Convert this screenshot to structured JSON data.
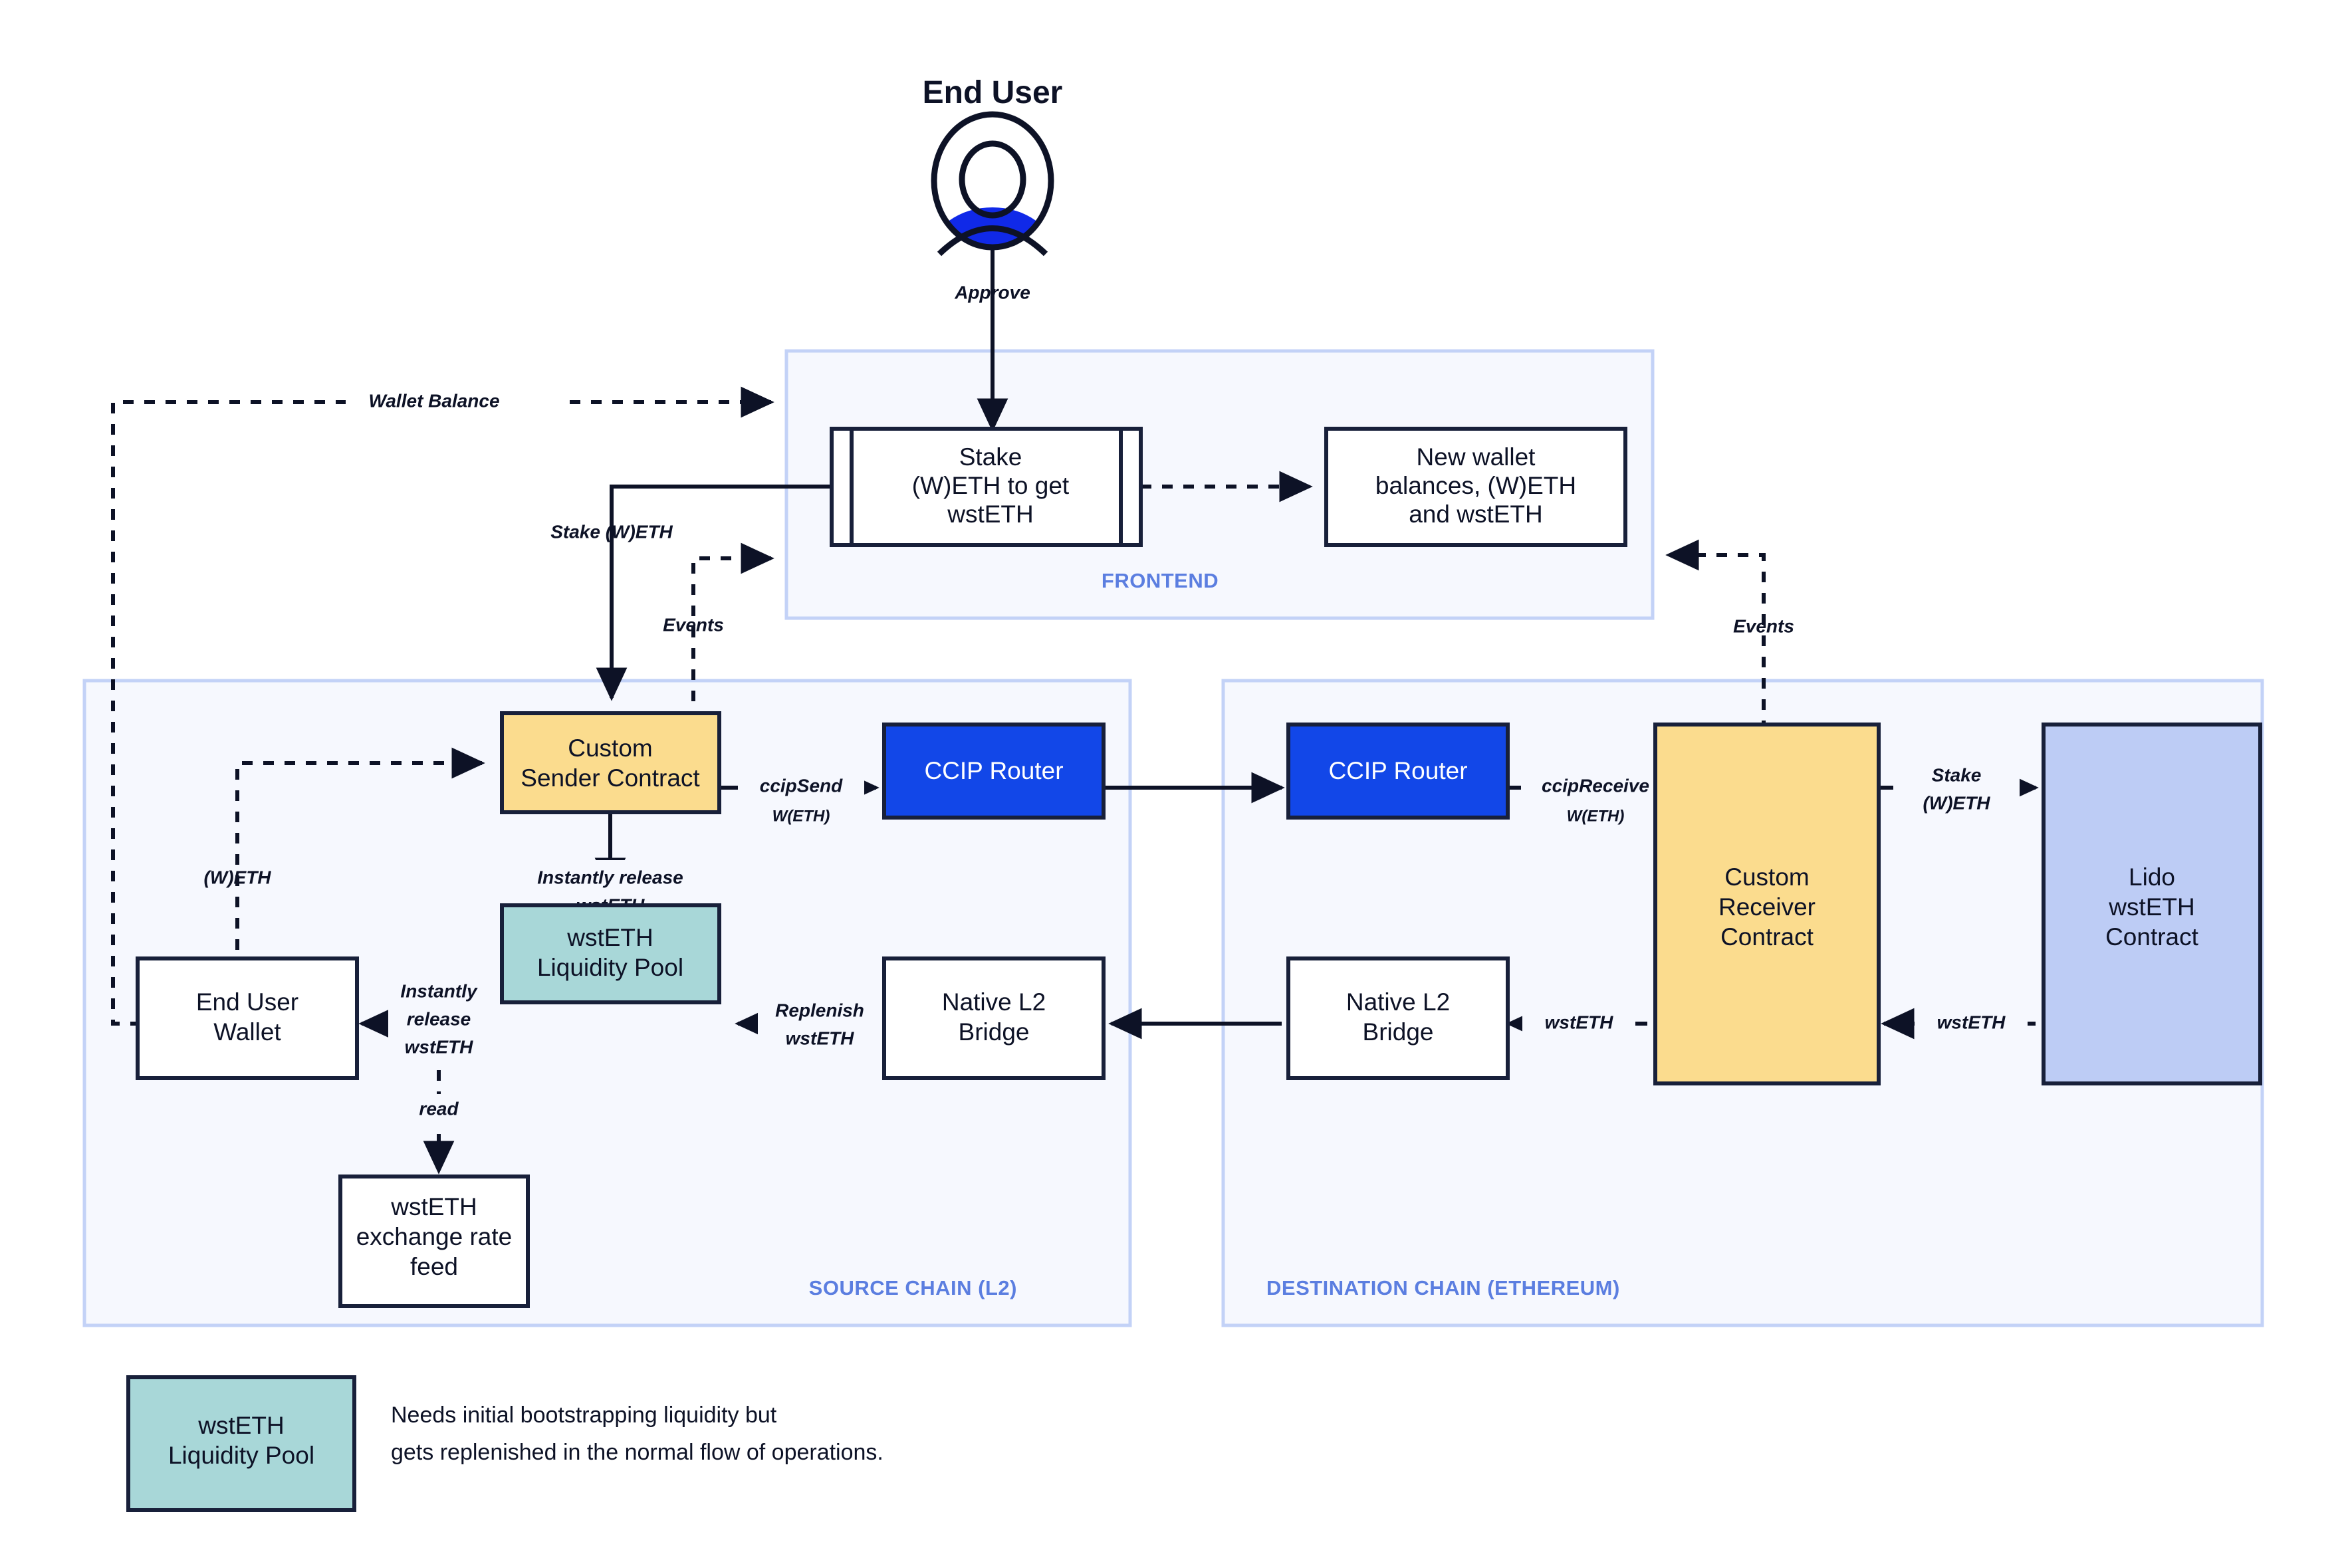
{
  "diagram": {
    "title": "End User",
    "actor": {
      "name": "End User",
      "icon": "user-avatar-icon"
    },
    "zones": [
      {
        "id": "frontend",
        "label": "FRONTEND"
      },
      {
        "id": "source",
        "label": "SOURCE CHAIN (L2)"
      },
      {
        "id": "destination",
        "label": "DESTINATION CHAIN (ETHEREUM)"
      }
    ],
    "nodes": [
      {
        "id": "stake-form",
        "label": "Stake\n(W)ETH to get\nwstETH",
        "lines": [
          "Stake",
          "(W)ETH to get",
          "wstETH"
        ],
        "fill": "#ffffff",
        "shape": "subprocess"
      },
      {
        "id": "new-balances",
        "label": "New wallet balances, (W)ETH and wstETH",
        "lines": [
          "New wallet",
          "balances, (W)ETH",
          "and wstETH"
        ],
        "fill": "#ffffff",
        "shape": "rect"
      },
      {
        "id": "sender-contract",
        "label": "Custom Sender Contract",
        "lines": [
          "Custom",
          "Sender Contract"
        ],
        "fill": "#fbdc8e",
        "shape": "rect"
      },
      {
        "id": "ccip-router-src",
        "label": "CCIP Router",
        "lines": [
          "CCIP Router"
        ],
        "fill": "#1247e8",
        "shape": "rect",
        "text_color": "#ffffff"
      },
      {
        "id": "ccip-router-dst",
        "label": "CCIP Router",
        "lines": [
          "CCIP Router"
        ],
        "fill": "#1247e8",
        "shape": "rect",
        "text_color": "#ffffff"
      },
      {
        "id": "receiver-contract",
        "label": "Custom Receiver Contract",
        "lines": [
          "Custom",
          "Receiver",
          "Contract"
        ],
        "fill": "#fbdc8e",
        "shape": "rect"
      },
      {
        "id": "lido-contract",
        "label": "Lido wstETH Contract",
        "lines": [
          "Lido",
          "wstETH",
          "Contract"
        ],
        "fill": "#bdccf5",
        "shape": "rect"
      },
      {
        "id": "end-user-wallet",
        "label": "End User Wallet",
        "lines": [
          "End User",
          "Wallet"
        ],
        "fill": "#ffffff",
        "shape": "rect"
      },
      {
        "id": "liquidity-pool",
        "label": "wstETH Liquidity Pool",
        "lines": [
          "wstETH",
          "Liquidity Pool"
        ],
        "fill": "#a8d7d8",
        "shape": "rect"
      },
      {
        "id": "native-bridge-src",
        "label": "Native L2 Bridge",
        "lines": [
          "Native L2",
          "Bridge"
        ],
        "fill": "#ffffff",
        "shape": "rect"
      },
      {
        "id": "native-bridge-dst",
        "label": "Native L2 Bridge",
        "lines": [
          "Native L2",
          "Bridge"
        ],
        "fill": "#ffffff",
        "shape": "rect"
      },
      {
        "id": "rate-feed",
        "label": "wstETH exchange rate feed",
        "lines": [
          "wstETH",
          "exchange rate",
          "feed"
        ],
        "fill": "#ffffff",
        "shape": "rect"
      }
    ],
    "edges": [
      {
        "id": "approve",
        "label": "Approve",
        "style": "solid",
        "from": "end-user",
        "to": "stake-form"
      },
      {
        "id": "wallet-balance",
        "label": "Wallet Balance",
        "style": "dashed",
        "from": "end-user-wallet",
        "to": "frontend"
      },
      {
        "id": "stake-weth",
        "label": "Stake (W)ETH",
        "style": "solid",
        "from": "stake-form",
        "to": "sender-contract"
      },
      {
        "id": "events-src",
        "label": "Events",
        "style": "dashed",
        "from": "sender-contract",
        "to": "frontend"
      },
      {
        "id": "events-dst",
        "label": "Events",
        "style": "dashed",
        "from": "receiver-contract",
        "to": "frontend"
      },
      {
        "id": "new-balances-edge",
        "label": "",
        "style": "dashed",
        "from": "stake-form",
        "to": "new-balances"
      },
      {
        "id": "weth-to-sender",
        "label": "(W)ETH",
        "style": "dashed",
        "from": "end-user-wallet",
        "to": "sender-contract"
      },
      {
        "id": "ccip-send",
        "label": "ccipSend",
        "sublabel": "W(ETH)",
        "style": "solid",
        "from": "sender-contract",
        "to": "ccip-router-src"
      },
      {
        "id": "cross-chain",
        "label": "",
        "style": "solid",
        "from": "ccip-router-src",
        "to": "ccip-router-dst"
      },
      {
        "id": "ccip-receive",
        "label": "ccipReceive",
        "sublabel": "W(ETH)",
        "style": "solid",
        "from": "ccip-router-dst",
        "to": "receiver-contract"
      },
      {
        "id": "stake-weth-lido",
        "label": "Stake (W)ETH",
        "lines": [
          "Stake",
          "(W)ETH"
        ],
        "style": "solid",
        "from": "receiver-contract",
        "to": "lido-contract"
      },
      {
        "id": "wsteth-from-lido",
        "label": "wstETH",
        "style": "solid",
        "from": "lido-contract",
        "to": "receiver-contract"
      },
      {
        "id": "wsteth-to-bridge",
        "label": "wstETH",
        "style": "solid",
        "from": "receiver-contract",
        "to": "native-bridge-dst"
      },
      {
        "id": "bridge-transfer",
        "label": "",
        "style": "solid",
        "from": "native-bridge-dst",
        "to": "native-bridge-src"
      },
      {
        "id": "replenish",
        "label": "Replenish wstETH",
        "lines": [
          "Replenish",
          "wstETH"
        ],
        "style": "solid",
        "from": "native-bridge-src",
        "to": "liquidity-pool"
      },
      {
        "id": "release-to-pool",
        "label": "Instantly release wstETH",
        "lines": [
          "Instantly release",
          "wstETH"
        ],
        "style": "solid",
        "from": "sender-contract",
        "to": "liquidity-pool"
      },
      {
        "id": "release-to-wallet",
        "label": "Instantly release wstETH",
        "lines": [
          "Instantly",
          "release",
          "wstETH"
        ],
        "style": "solid",
        "from": "liquidity-pool",
        "to": "end-user-wallet"
      },
      {
        "id": "read-rate",
        "label": "read",
        "style": "dashed",
        "from": "liquidity-pool",
        "to": "rate-feed"
      }
    ],
    "legend": {
      "swatch_label": "wstETH Liquidity Pool",
      "swatch_lines": [
        "wstETH",
        "Liquidity Pool"
      ],
      "swatch_fill": "#a8d7d8",
      "note_lines": [
        "Needs initial bootstrapping liquidity but",
        "gets replenished in the normal flow of operations."
      ]
    },
    "colors": {
      "accent_blue": "#1247e8",
      "zone_fill": "#f6f8fe",
      "zone_stroke": "#c3d2f7",
      "zone_label": "#5b7ee0",
      "contract_yellow": "#fbdc8e",
      "pool_teal": "#a8d7d8",
      "lido_periwinkle": "#bdccf5",
      "stroke_dark": "#18203a"
    }
  }
}
